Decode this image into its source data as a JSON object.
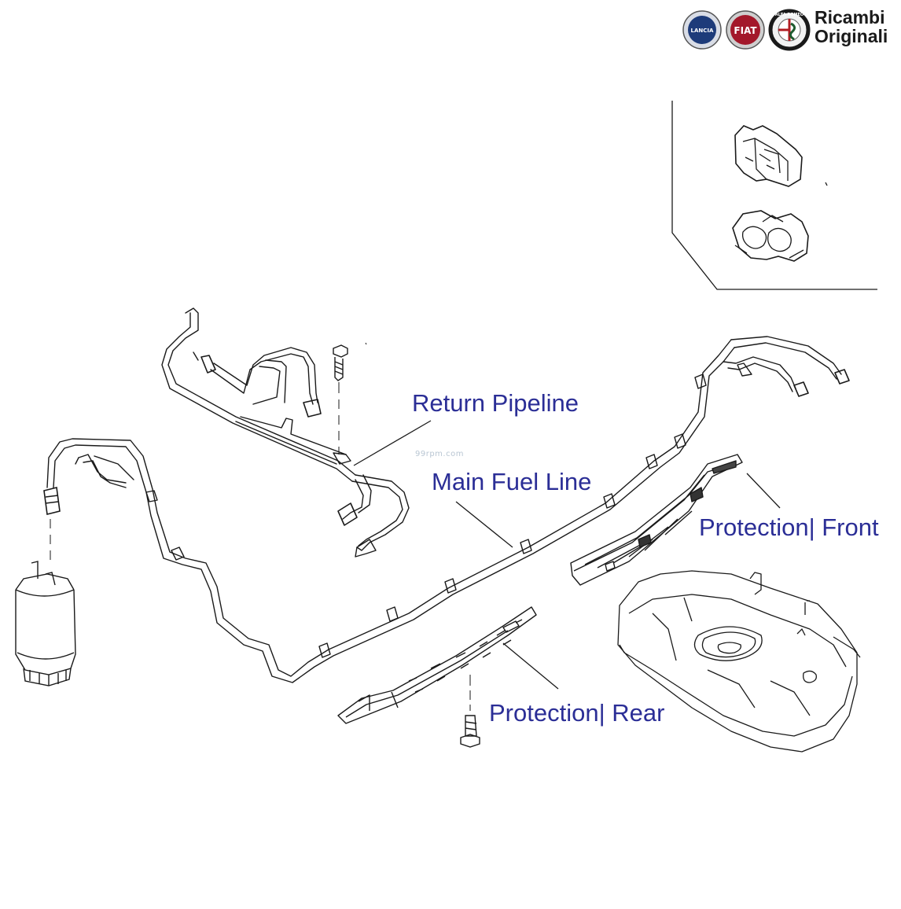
{
  "brand": {
    "line1": "Ricambi",
    "line2": "Originali",
    "badges": [
      {
        "name": "lancia",
        "text": "LANCIA",
        "color": "#1d3b7a"
      },
      {
        "name": "fiat",
        "text": "FIAT",
        "color": "#a3182a"
      },
      {
        "name": "alfa-romeo",
        "text": "ALFA ROMEO",
        "color": "#1f5a2e"
      }
    ]
  },
  "watermark": "99rpm.com",
  "callouts": {
    "return_pipeline": "Return Pipeline",
    "main_fuel_line": "Main Fuel Line",
    "protection_front": "Protection| Front",
    "protection_rear": "Protection| Rear"
  },
  "colors": {
    "label": "#2b2e96",
    "line_art": "#1a1a1a"
  }
}
